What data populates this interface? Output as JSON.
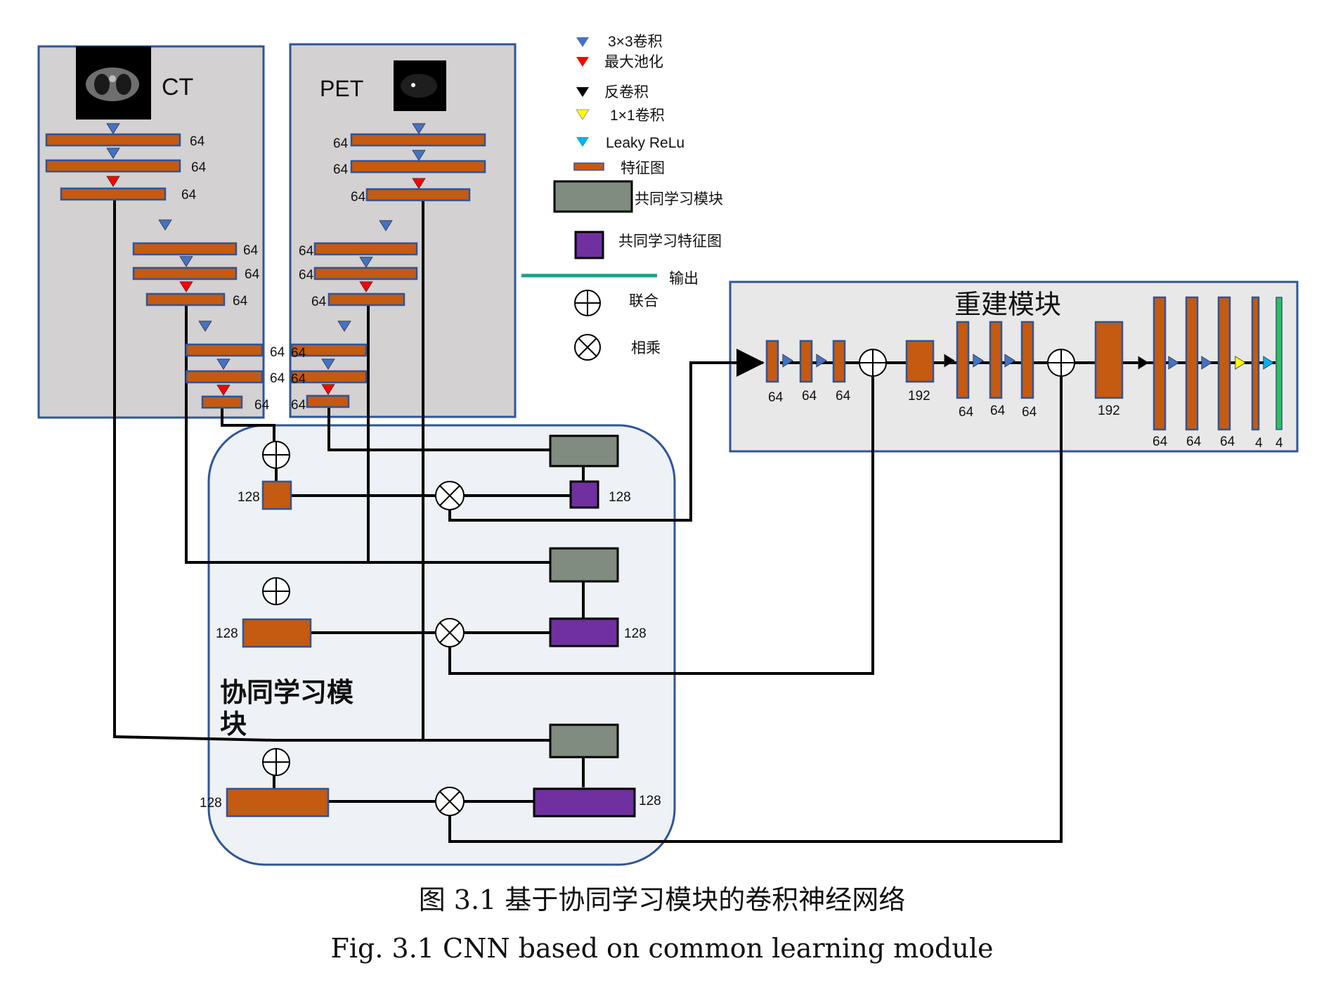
{
  "colors": {
    "feature_map": "#C55A11",
    "feature_border": "#2F5597",
    "common_module": "#7F8C7F",
    "common_feature": "#7030A0",
    "output_line": "#1F9E89",
    "conv3": "#4472C4",
    "maxpool": "#FF0000",
    "deconv": "#000000",
    "conv1": "#FFFF00",
    "leaky": "#00B0F0",
    "final_bar": "#2DC24D",
    "panel_bg": "#D4D1D2",
    "panel_border": "#2F5597",
    "cl_bg": "#EEF1F6"
  },
  "legend": {
    "conv3": "3×3卷积",
    "maxpool": "最大池化",
    "deconv": "反卷积",
    "conv1": "1×1卷积",
    "leaky": "Leaky ReLu",
    "feature_map": "特征图",
    "common_module": "共同学习模块",
    "common_feature": "共同学习特征图",
    "output": "输出",
    "concat": "联合",
    "multiply": "相乘"
  },
  "ct": {
    "title": "CT",
    "labels": [
      "64",
      "64",
      "64",
      "64",
      "64",
      "64",
      "64",
      "64",
      "64"
    ]
  },
  "pet": {
    "title": "PET",
    "labels": [
      "64",
      "64",
      "64",
      "64",
      "64",
      "64",
      "64",
      "64",
      "64"
    ]
  },
  "colearn": {
    "title_line1": "协同学习模",
    "title_line2": "块",
    "labels": [
      "128",
      "128",
      "128",
      "128",
      "128",
      "128"
    ]
  },
  "recon": {
    "title": "重建模块",
    "labels": [
      "64",
      "64",
      "64",
      "192",
      "64",
      "64",
      "64",
      "192",
      "64",
      "64",
      "64",
      "4",
      "4"
    ]
  },
  "caption": {
    "zh": "图 3.1 基于协同学习模块的卷积神经网络",
    "en": "Fig. 3.1 CNN based on common learning module"
  }
}
